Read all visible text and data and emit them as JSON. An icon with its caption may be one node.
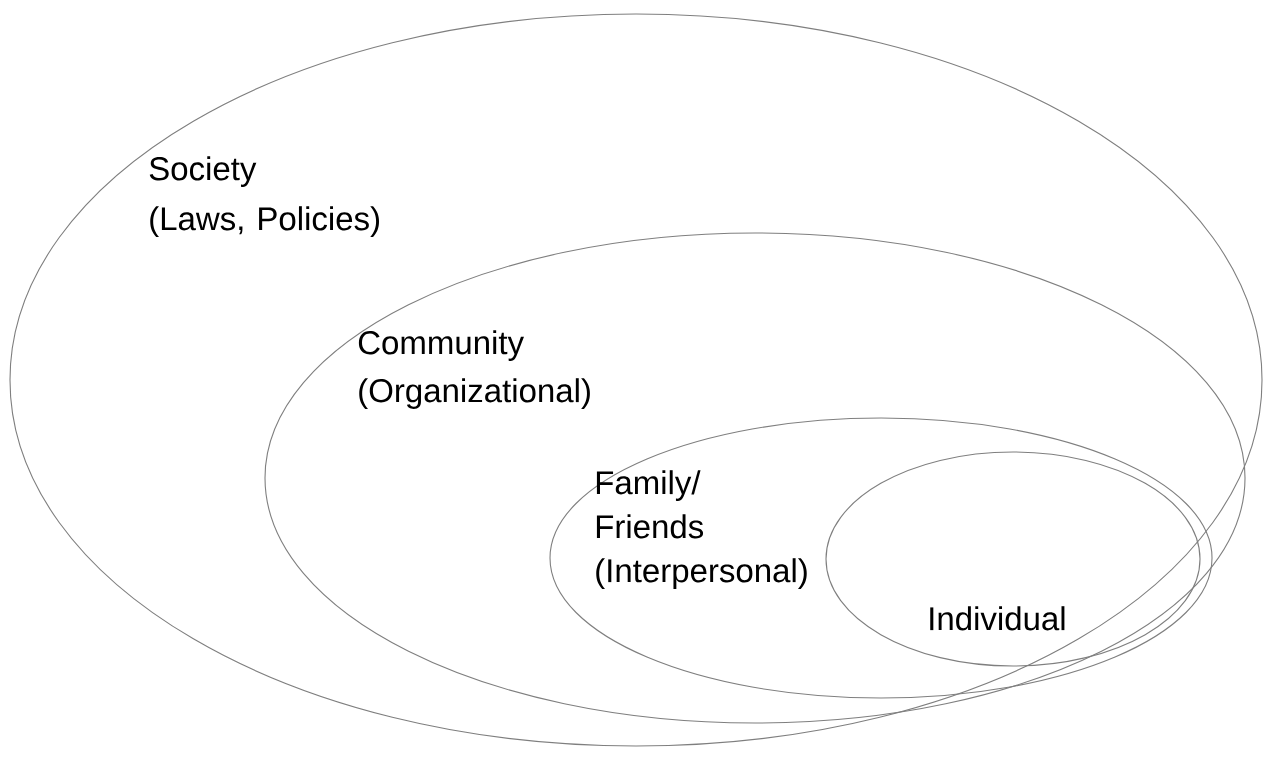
{
  "diagram": {
    "nodes": [
      {
        "text": [
          "Society",
          "(Laws, Policies)"
        ]
      },
      {
        "text": [
          "Community",
          "(Organizational)"
        ],
        "in": 0
      },
      {
        "text": [
          "Family/ Friends",
          "(Interpersonal)"
        ],
        "in": 1
      },
      {
        "text": [
          "Individual"
        ],
        "in": 2
      }
    ]
  }
}
